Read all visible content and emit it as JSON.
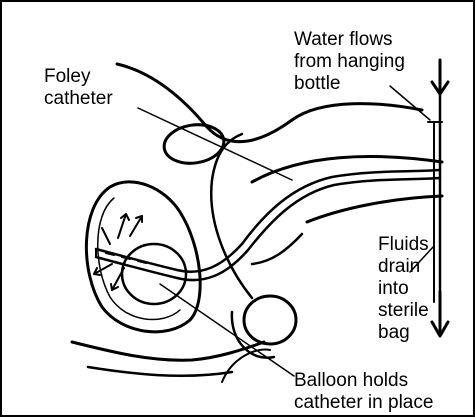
{
  "labels": {
    "water": [
      "Water flows",
      "from hanging",
      "bottle"
    ],
    "foley": [
      "Foley",
      "catheter"
    ],
    "fluids": [
      "Fluids",
      "drain",
      "into",
      "sterile",
      "bag"
    ],
    "balloon": [
      "Balloon holds",
      "catheter in place"
    ]
  },
  "colors": {
    "ink": "#000000",
    "background": "#ffffff"
  }
}
